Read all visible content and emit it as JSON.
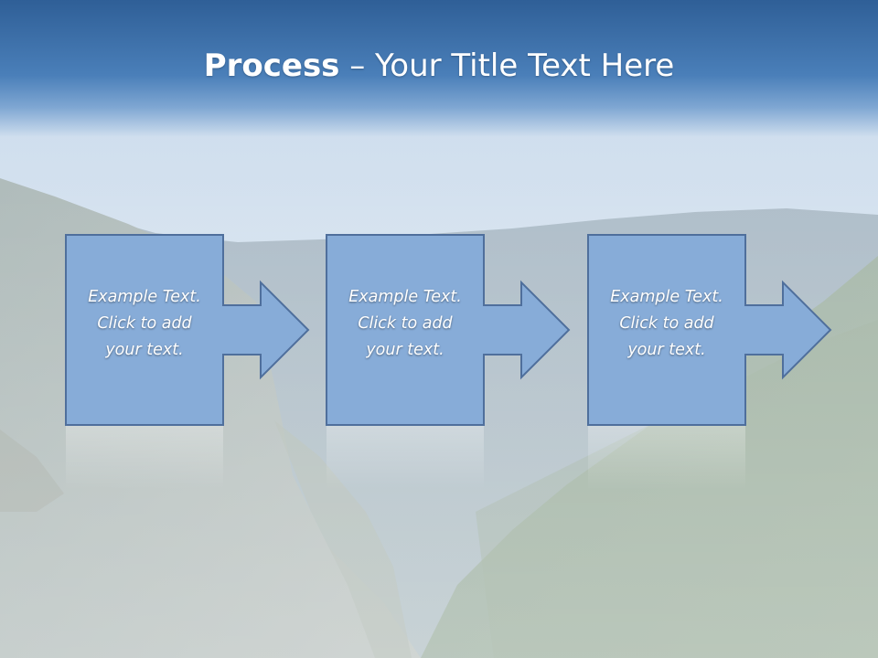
{
  "slide": {
    "title_bold": "Process",
    "title_rest": " – Your Title Text Here"
  },
  "steps": [
    {
      "text": "Example Text.\nClick  to add\nyour text."
    },
    {
      "text": "Example Text.\nClick  to add\nyour text."
    },
    {
      "text": "Example Text.\nClick  to add\nyour text."
    }
  ],
  "colors": {
    "box_fill": "#87acd8",
    "box_stroke": "#4f6f9c",
    "title_bar": "#3b6ea8"
  },
  "icons": [
    "right-arrow-icon"
  ]
}
